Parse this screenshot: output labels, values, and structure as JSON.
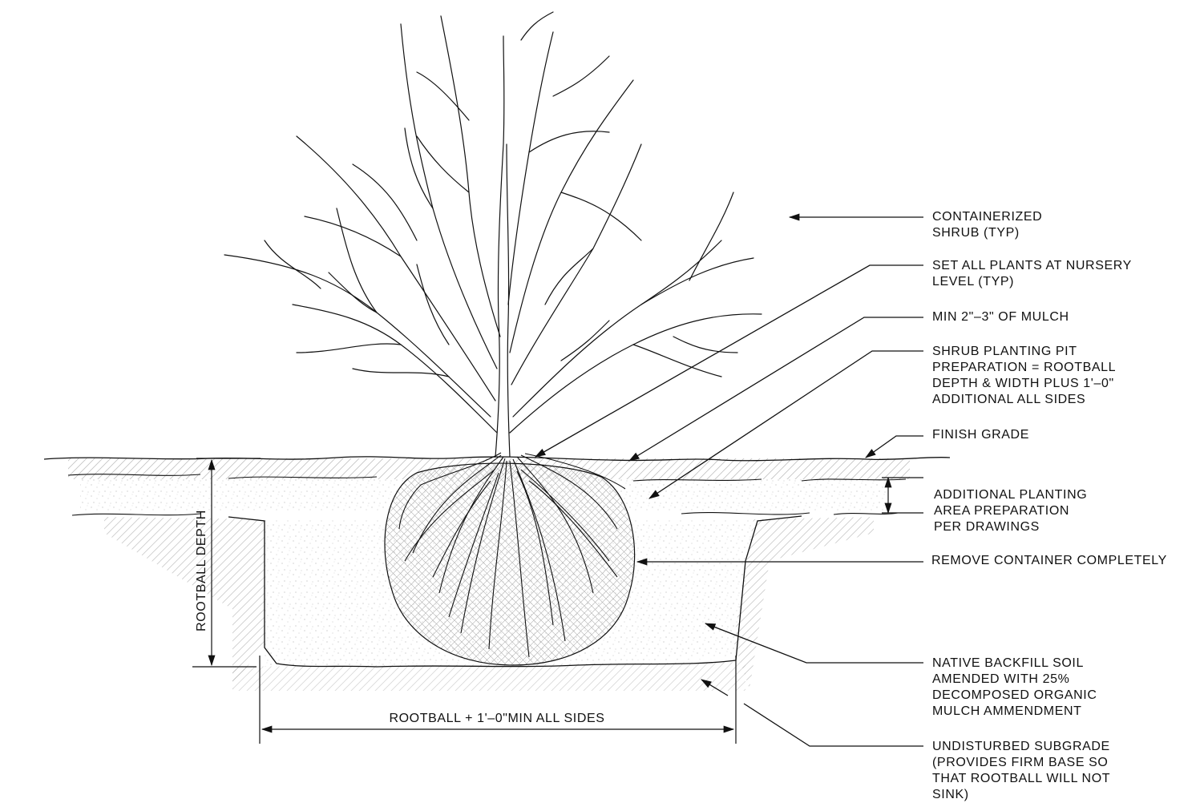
{
  "labels": {
    "containerized_shrub": [
      "CONTAINERIZED",
      "SHRUB (TYP)"
    ],
    "nursery_level": [
      "SET ALL PLANTS AT NURSERY",
      "LEVEL (TYP)"
    ],
    "mulch": [
      "MIN 2\"–3\" OF MULCH"
    ],
    "planting_pit": [
      "SHRUB PLANTING PIT",
      "PREPARATION = ROOTBALL",
      "DEPTH & WIDTH PLUS 1'–0\"",
      "ADDITIONAL ALL SIDES"
    ],
    "finish_grade": [
      "FINISH GRADE"
    ],
    "additional_area": [
      "ADDITIONAL PLANTING",
      "AREA PREPARATION",
      "PER DRAWINGS"
    ],
    "remove_container": [
      "REMOVE CONTAINER COMPLETELY"
    ],
    "native_backfill": [
      "NATIVE BACKFILL SOIL",
      "AMENDED WITH 25%",
      "DECOMPOSED ORGANIC",
      "MULCH AMMENDMENT"
    ],
    "subgrade": [
      "UNDISTURBED SUBGRADE",
      "(PROVIDES FIRM BASE SO",
      "THAT ROOTBALL WILL NOT",
      "SINK)"
    ]
  },
  "dimensions": {
    "rootball_depth": "ROOTBALL DEPTH",
    "rootball_width": "ROOTBALL + 1'–0\"MIN ALL SIDES"
  },
  "colors": {
    "line": "#111111",
    "hatch": "#9a9a9a",
    "stipple": "#b8b8b8"
  }
}
